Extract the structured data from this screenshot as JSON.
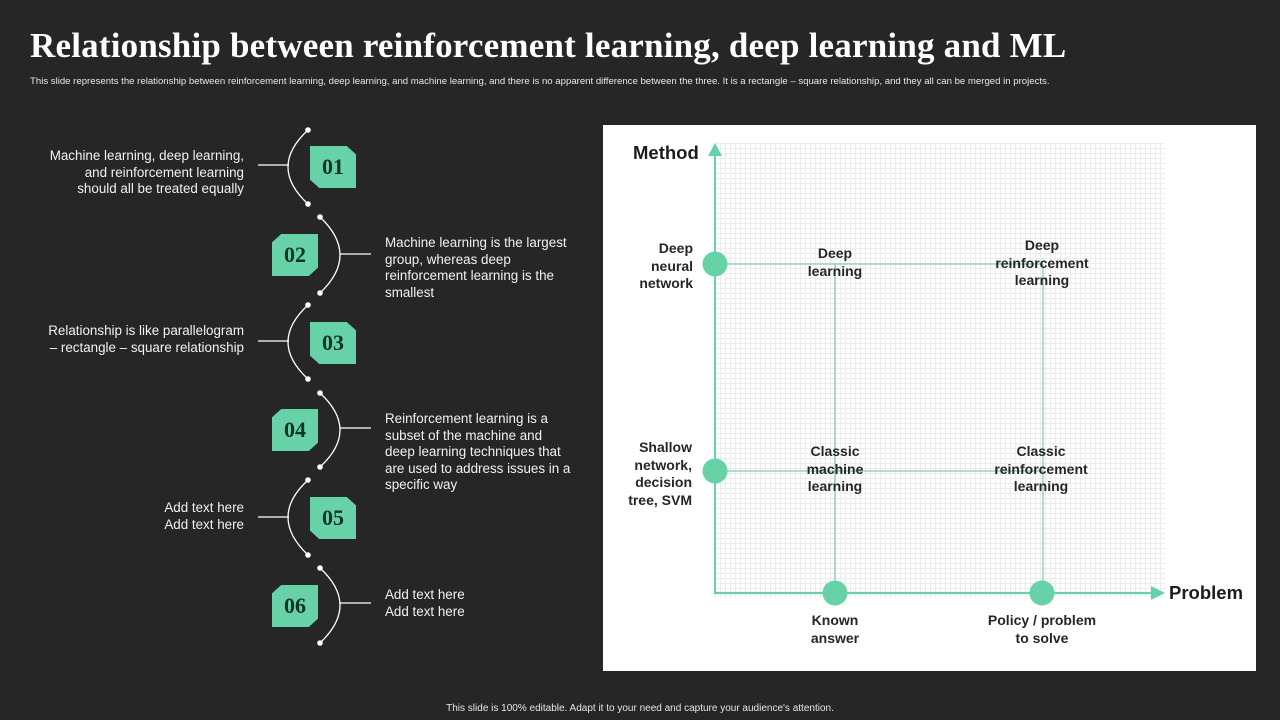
{
  "header": {
    "title": "Relationship between reinforcement learning, deep learning and ML",
    "subtitle": "This slide represents the relationship between reinforcement learning, deep learning, and machine learning, and there is no apparent difference between the three. It is a rectangle – square relationship, and they all can be merged in projects."
  },
  "timeline": {
    "items": [
      {
        "number": "01",
        "side": "left",
        "lines": [
          "Machine learning, deep learning,",
          "and reinforcement learning",
          "should all be treated equally"
        ]
      },
      {
        "number": "02",
        "side": "right",
        "lines": [
          "Machine learning is the largest",
          "group, whereas deep",
          "reinforcement learning is the",
          "smallest"
        ]
      },
      {
        "number": "03",
        "side": "left",
        "lines": [
          "Relationship is like parallelogram",
          "– rectangle – square relationship"
        ]
      },
      {
        "number": "04",
        "side": "right",
        "lines": [
          "Reinforcement learning is a",
          "subset of the machine and",
          "deep learning techniques that",
          "are used to address issues in a",
          "specific way"
        ]
      },
      {
        "number": "05",
        "side": "left",
        "lines": [
          "Add text here",
          "Add text here"
        ]
      },
      {
        "number": "06",
        "side": "right",
        "lines": [
          "Add text here",
          "Add text here"
        ]
      }
    ]
  },
  "chart": {
    "y_axis_title": "Method",
    "x_axis_title": "Problem",
    "y_labels": [
      {
        "lines": [
          "Deep",
          "neural",
          "network"
        ]
      },
      {
        "lines": [
          "Shallow",
          "network,",
          "decision",
          "tree, SVM"
        ]
      }
    ],
    "x_labels": [
      {
        "lines": [
          "Known",
          "answer"
        ]
      },
      {
        "lines": [
          "Policy / problem",
          "to solve"
        ]
      }
    ],
    "cells": {
      "deep_learning": [
        "Deep",
        "learning"
      ],
      "deep_rl": [
        "Deep",
        "reinforcement",
        "learning"
      ],
      "classic_ml": [
        "Classic",
        "machine",
        "learning"
      ],
      "classic_rl": [
        "Classic",
        "reinforcement",
        "learning"
      ]
    }
  },
  "colors": {
    "background": "#262626",
    "accent": "#67d2a8",
    "badge_text": "#0f3325",
    "panel": "#ffffff",
    "axis_line": "#67d2a8",
    "grid_line": "#88cbb3"
  },
  "footer": {
    "text": "This slide is 100% editable.  Adapt it to your need and capture your audience's attention."
  }
}
